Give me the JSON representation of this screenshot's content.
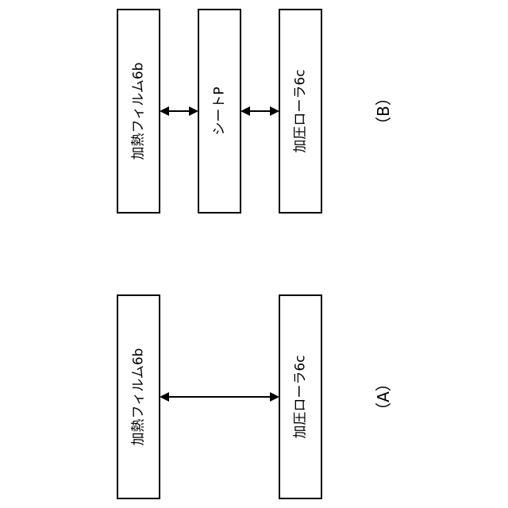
{
  "panel_a": {
    "caption": "（A）",
    "heating_film": "加熱フィルム6b",
    "pressure_roller": "加圧ローラ6c"
  },
  "panel_b": {
    "caption": "（B）",
    "heating_film": "加熱フィルム6b",
    "sheet": "シートP",
    "pressure_roller": "加圧ローラ6c"
  }
}
